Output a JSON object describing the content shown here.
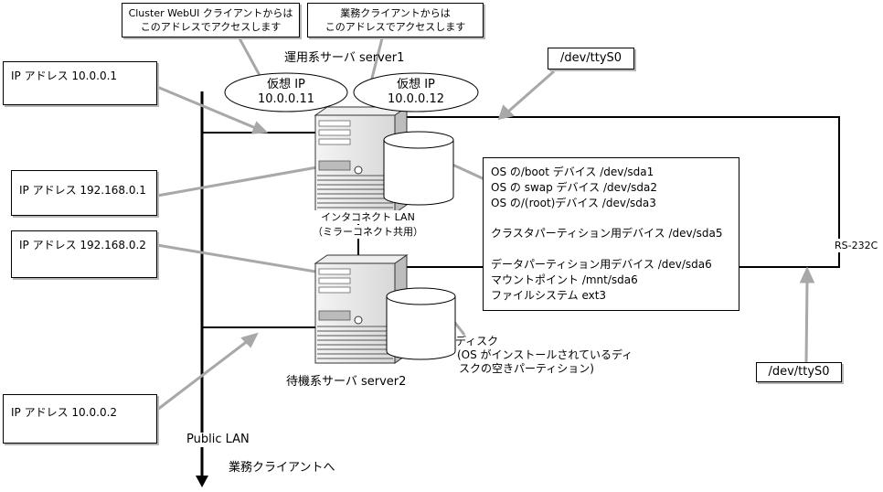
{
  "callouts": {
    "webui_note": [
      "Cluster WebUI クライアントからは",
      "このアドレスでアクセスします"
    ],
    "business_note": [
      "業務クライアントからは",
      "このアドレスでアクセスします"
    ],
    "ip_public_1": "IP アドレス  10.0.0.1",
    "ip_interconnect_1": "IP アドレス  192.168.0.1",
    "ip_interconnect_2": "IP アドレス  192.168.0.2",
    "ip_public_2": "IP アドレス  10.0.0.2",
    "tty_top": "/dev/ttyS0",
    "tty_bottom": "/dev/ttyS0"
  },
  "servers": {
    "active": "運用系サーバ server1",
    "standby": "待機系サーバ server2"
  },
  "virtual_ips": [
    {
      "label": "仮想 IP",
      "address": "10.0.0.11"
    },
    {
      "label": "仮想 IP",
      "address": "10.0.0.12"
    }
  ],
  "interconnect": [
    "インタコネクト LAN",
    "（ミラーコネクト共用）"
  ],
  "rs232c": "RS-232C",
  "public_lan": "Public LAN",
  "to_clients": "業務クライアントへ",
  "partitions": {
    "lines": [
      "OS の/boot デバイス    /dev/sda1",
      "OS の swap デバイス    /dev/sda2",
      "OS の/(root)デバイス    /dev/sda3",
      "",
      "クラスタパーティション用デバイス  /dev/sda5",
      "",
      "データパーティション用デバイス  /dev/sda6",
      "マウントポイント              /mnt/sda6",
      "ファイルシステム             ext3"
    ]
  },
  "disk_note": [
    "ディスク",
    "(OS がインストールされているディ",
    "スクの空きパーティション)"
  ]
}
